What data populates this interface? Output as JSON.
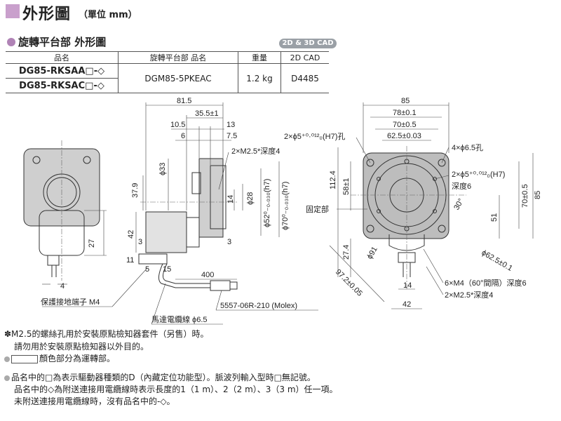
{
  "header": {
    "title": "外形圖",
    "unit": "（單位 mm）"
  },
  "section": {
    "title": "旋轉平台部 外形圖",
    "cad_badge": "2D & 3D CAD"
  },
  "table": {
    "headers": [
      "品名",
      "旋轉平台部 品名",
      "重量",
      "2D CAD"
    ],
    "rows": [
      {
        "product_a": "DG85-RKSAA□-◇",
        "product_b": "DG85-RKSAC□-◇",
        "stage": "DGM85-5PKEAC",
        "weight": "1.2 kg",
        "cad": "D4485"
      }
    ]
  },
  "drawing": {
    "dims": {
      "d81_5": "81.5",
      "d35_5": "35.5±1",
      "d10_5": "10.5",
      "d13": "13",
      "d6": "6",
      "d7_5": "7.5",
      "m25": "2×M2.5*深度4",
      "d33": "ϕ33",
      "d37_9": "37.9",
      "d14": "14",
      "d28": "ϕ28",
      "d52": "ϕ52⁰₋₀.₀₃₀(h7)",
      "d70h7": "ϕ70⁰₋₀.₀₃₀(h7)",
      "d42": "42",
      "d3a": "3",
      "d3b": "3",
      "d27": "27",
      "d4": "4",
      "d11": "11",
      "d5": "5",
      "d15": "15",
      "d400": "400",
      "d85": "85",
      "d78": "78±0.1",
      "d70_5": "70±0.5",
      "d62_5": "62.5±0.03",
      "hole2": "2×ϕ5⁺⁰·⁰¹²₀(H7)孔",
      "hole4": "4×ϕ6.5孔",
      "hole2b": "2×ϕ5⁺⁰·⁰¹²₀(H7)",
      "depth6": "深度6",
      "d112_4": "112.4",
      "d58": "58±1",
      "d30": "30°",
      "d51": "51",
      "d70v": "70±0.5",
      "d85v": "85",
      "d27_4": "27.4",
      "d91": "ϕ91",
      "d62_5r": "ϕ62.5±0.1",
      "d97_2": "97.2±0.05",
      "d14b": "14",
      "d42b": "42",
      "m4": "6×M4（60°間隔）深度6",
      "m25b": "2×M2.5*深度4"
    },
    "labels": {
      "fixed": "固定部",
      "ground": "保護接地端子 M4",
      "cable": "馬達電纜線 ϕ6.5",
      "connector": "5557-06R-210 (Molex)"
    }
  },
  "notes": {
    "n1": "✽M2.5的螺絲孔用於安裝原點檢知器套件（另售）時。",
    "n2": "請勿用於安裝原點檢知器以外目的。",
    "n3": "顏色部分為運轉部。",
    "n4": "品名中的□為表示驅動器種類的D（內藏定位功能型）。脈波列輸入型時□無記號。",
    "n5": "品名中的◇為附送連接用電纜線時表示長度的1（1 m）、2（2 m）、3（3 m）任一項。",
    "n6": "未附送連接用電纜線時，沒有品名中的-◇。"
  }
}
